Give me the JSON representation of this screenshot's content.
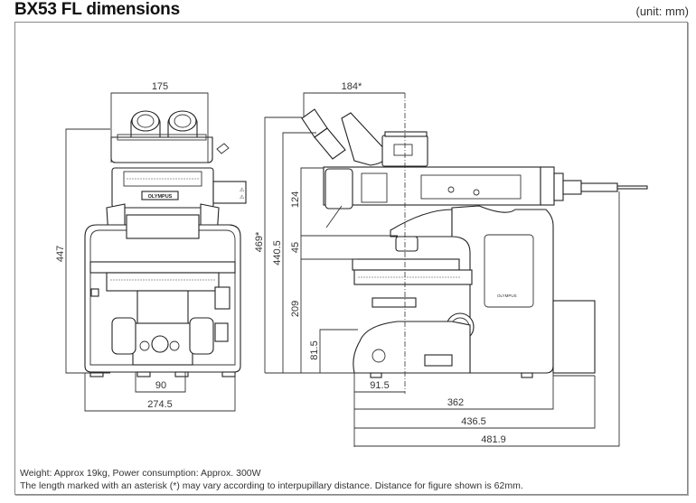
{
  "header": {
    "title": "BX53 FL dimensions",
    "unit": "(unit: mm)"
  },
  "front_view": {
    "dimensions": {
      "top_width": "175",
      "height": "447",
      "base_center": "90",
      "base_width": "274.5"
    },
    "logo_text": "OLYMPUS"
  },
  "side_view": {
    "dimensions": {
      "eyepiece_offset": "184*",
      "total_height": "469*",
      "height_440": "440.5",
      "upper_124": "124",
      "gap_45": "45",
      "stage_209": "209",
      "base_81": "81.5",
      "front_offset": "91.5",
      "depth_362": "362",
      "depth_436": "436.5",
      "depth_481": "481.9"
    },
    "logo_text": "OLYMPUS"
  },
  "notes": {
    "line1": "Weight: Approx  19kg, Power consumption: Approx. 300W",
    "line2": "The length marked with an asterisk (*) may vary according to interpupillary distance.  Distance for figure shown is 62mm."
  }
}
